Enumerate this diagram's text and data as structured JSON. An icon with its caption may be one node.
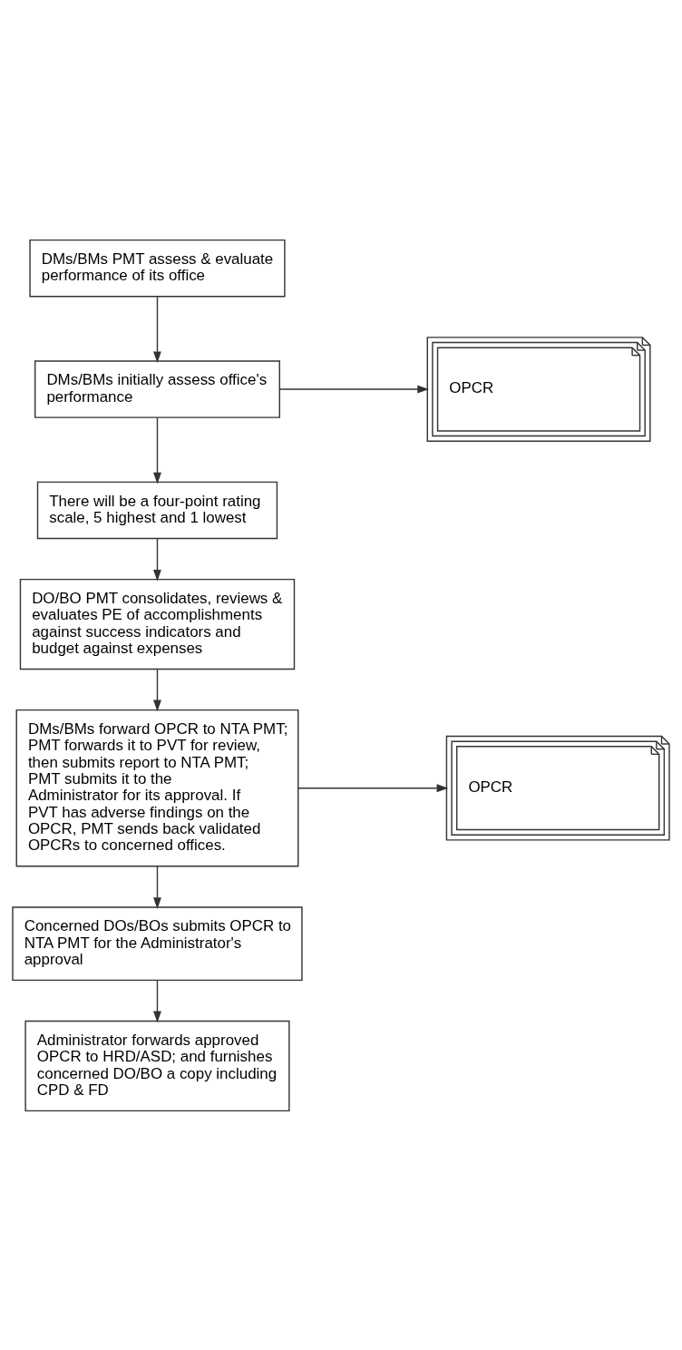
{
  "diagram": {
    "nodes": [
      {
        "text": [
          "DMs/BMs PMT assess & evaluate performance of its office"
        ]
      },
      {
        "text": [
          "DMs/BMs initially assess office's performance"
        ]
      },
      {
        "text": [
          "OPCR"
        ]
      },
      {
        "text": [
          "There will be a four-point rating scale, 5 highest and 1 lowest"
        ]
      },
      {
        "text": [
          "DO/BO PMT consolidates, reviews & evaluates PE of accomplishments against success indicators and budget against expenses"
        ]
      },
      {
        "text": [
          "DMs/BMs forward OPCR to NTA PMT; PMT forwards it to PVT for review, then submits report to NTA PMT; PMT submits it to the Administrator for its approval. If PVT has adverse findings on the OPCR, PMT sends back validated OPCRs to concerned offices."
        ]
      },
      {
        "text": [
          "OPCR"
        ]
      },
      {
        "text": [
          "Concerned DOs/BOs submits OPCR to NTA PMT for the Administrator's approval"
        ]
      },
      {
        "text": [
          "Administrator forwards approved OPCR to HRD/ASD; and furnishes concerned DO/BO a copy including CPD & FD"
        ]
      }
    ],
    "edges": [
      {
        "from": 0,
        "to": 1,
        "arrow": "to"
      },
      {
        "from": 1,
        "to": 2,
        "arrow": "to"
      },
      {
        "from": 1,
        "to": 3,
        "arrow": "to"
      },
      {
        "from": 3,
        "to": 4,
        "arrow": "to"
      },
      {
        "from": 4,
        "to": 5,
        "arrow": "to"
      },
      {
        "from": 5,
        "to": 6,
        "arrow": "to"
      },
      {
        "from": 5,
        "to": 7,
        "arrow": "to"
      },
      {
        "from": 7,
        "to": 8,
        "arrow": "to"
      }
    ]
  }
}
